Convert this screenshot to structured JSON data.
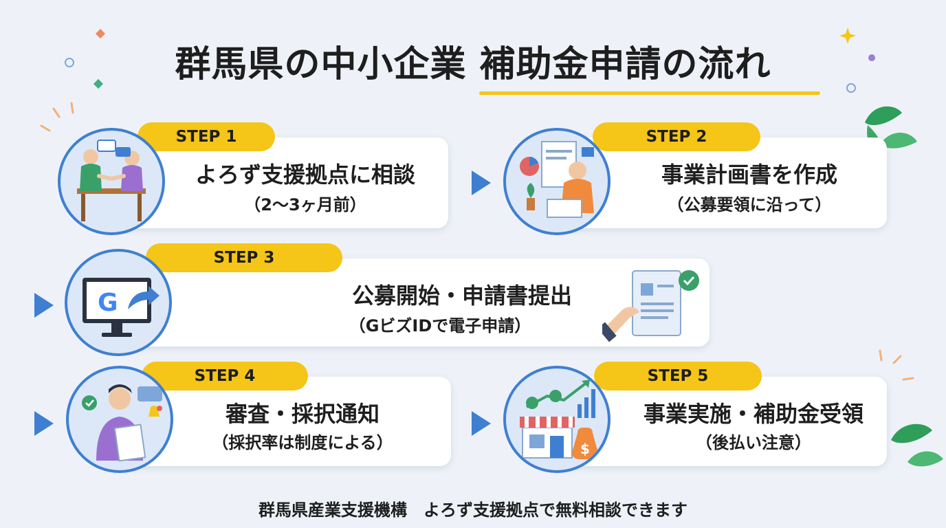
{
  "title": "群馬県の中小企業 補助金申請の流れ",
  "colors": {
    "accent_yellow": "#f5c518",
    "accent_blue": "#3f7fd1",
    "background": "#eef2f8",
    "leaf_green": "#2f9e5b"
  },
  "steps": [
    {
      "badge": "STEP 1",
      "main": "よろず支援拠点に相談",
      "sub": "（2〜3ヶ月前）",
      "icon": "consultation-illustration-icon"
    },
    {
      "badge": "STEP 2",
      "main": "事業計画書を作成",
      "sub": "（公募要領に沿って）",
      "icon": "business-plan-illustration-icon"
    },
    {
      "badge": "STEP 3",
      "main": "公募開始・申請書提出",
      "sub": "（GビズIDで電子申請）",
      "icon": "gbizid-monitor-icon"
    },
    {
      "badge": "STEP 4",
      "main": "審査・採択通知",
      "sub": "（採択率は制度による）",
      "icon": "review-notification-illustration-icon"
    },
    {
      "badge": "STEP 5",
      "main": "事業実施・補助金受領",
      "sub": "（後払い注意）",
      "icon": "shop-growth-illustration-icon"
    }
  ],
  "footer": "群馬県産業支援機構　よろず支援拠点で無料相談できます"
}
